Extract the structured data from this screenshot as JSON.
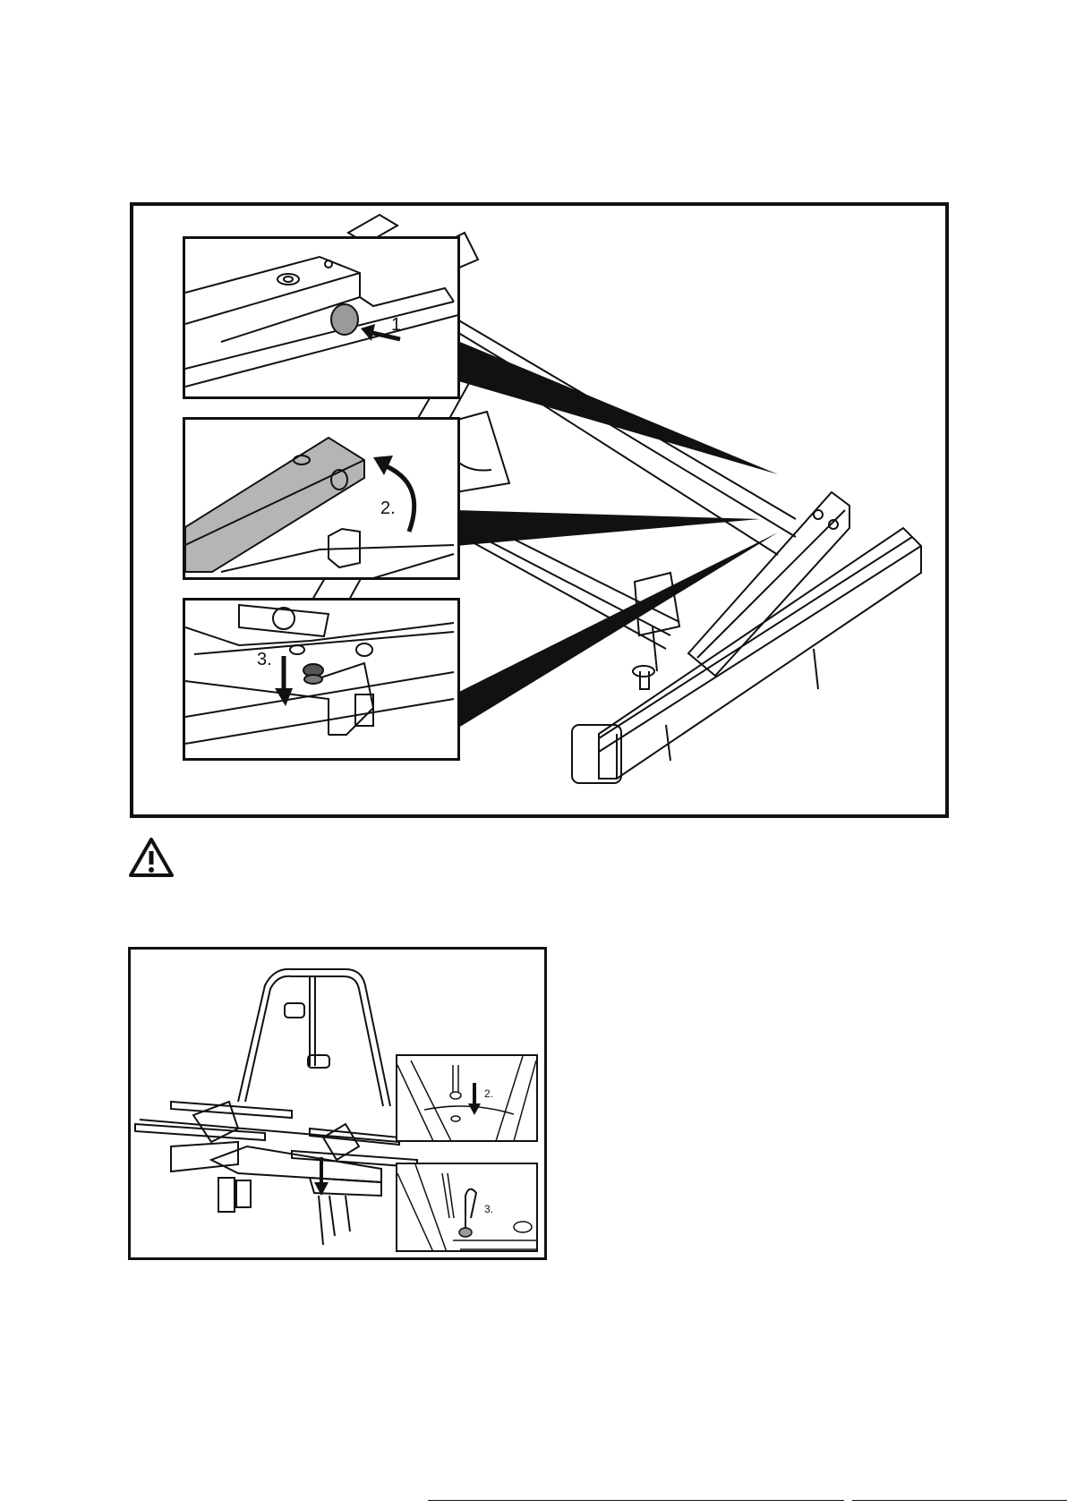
{
  "figure1": {
    "step1_label": "1.",
    "step2_label": "2.",
    "step3_label": "3."
  },
  "warning": {
    "icon": "warning-triangle-icon"
  },
  "figure2": {
    "step2_label": "2.",
    "step3_label": "3."
  },
  "colors": {
    "ink": "#111111",
    "highlight": "#b5b5b5"
  }
}
